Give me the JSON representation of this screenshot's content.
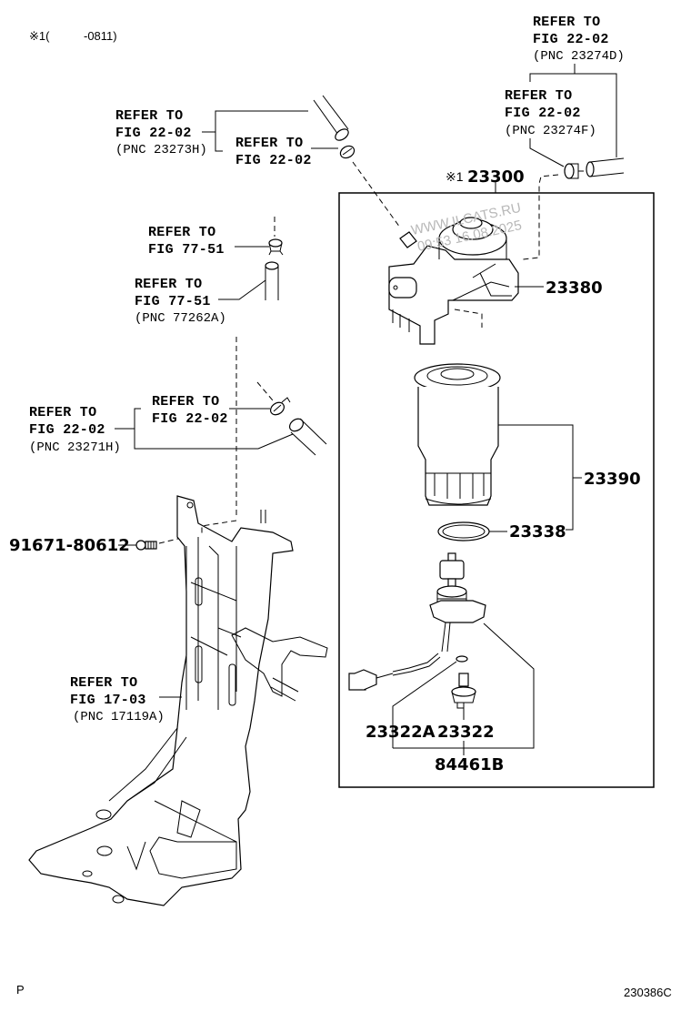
{
  "header": {
    "note_marker": "※1(",
    "note_range": "-0811)"
  },
  "callouts": {
    "ref_23274d": {
      "line1": "REFER TO",
      "line2": "FIG 22-02",
      "line3": "(PNC 23274D)"
    },
    "ref_23274f": {
      "line1": "REFER TO",
      "line2": "FIG 22-02",
      "line3": "(PNC 23274F)"
    },
    "ref_23273h": {
      "line1": "REFER TO",
      "line2": "FIG 22-02",
      "line3": "(PNC 23273H)"
    },
    "ref_clamp_top": {
      "line1": "REFER TO",
      "line2": "FIG 22-02"
    },
    "ref_clamp_7751": {
      "line1": "REFER TO",
      "line2": "FIG 77-51"
    },
    "ref_77262a": {
      "line1": "REFER TO",
      "line2": "FIG 77-51",
      "line3": "(PNC 77262A)"
    },
    "ref_23271h": {
      "line1": "REFER TO",
      "line2": "FIG 22-02",
      "line3": "(PNC 23271H)"
    },
    "ref_clamp_mid": {
      "line1": "REFER TO",
      "line2": "FIG 22-02"
    },
    "ref_17119a": {
      "line1": "REFER TO",
      "line2": "FIG 17-03",
      "line3": "(PNC 17119A)"
    }
  },
  "parts": {
    "assembly_prefix": "※1",
    "assembly": "23300",
    "filter_head": "23380",
    "filter_element": "23390",
    "o_ring": "23338",
    "sensor_a": "23322A",
    "sensor": "23322",
    "sensor_kit": "84461B",
    "bolt": "91671-80612"
  },
  "watermark": {
    "line1": "WWW.ILCATS.RU",
    "line2": "09:53 16.08.2025"
  },
  "footer": {
    "left_mark": "P",
    "figure_code": "230386C"
  }
}
